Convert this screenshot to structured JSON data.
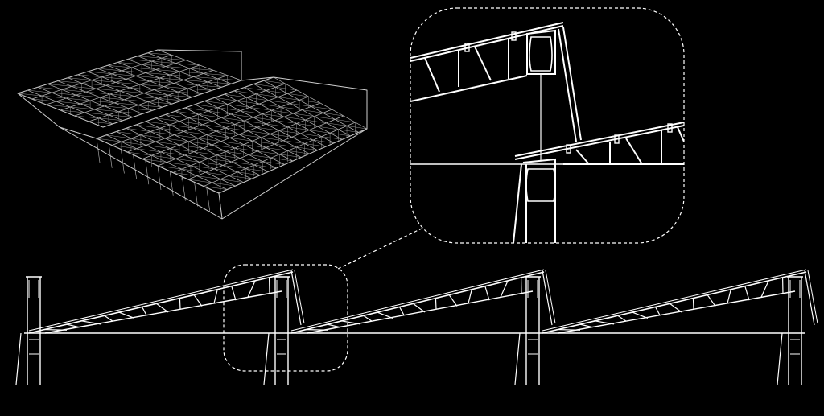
{
  "figure": {
    "background_color": "#000000",
    "line_color": "#ffffff",
    "panels": [
      {
        "id": "isometric-space-frame",
        "kind": "3d wireframe of two sawtooth roof bays"
      },
      {
        "id": "detail-callout",
        "kind": "enlarged detail of truss-to-column connection"
      },
      {
        "id": "section-elevation",
        "kind": "sawtooth roof section with three truss bays"
      }
    ],
    "bays": 3,
    "callout_style": "dashed rounded rectangle with dashed leader line"
  }
}
